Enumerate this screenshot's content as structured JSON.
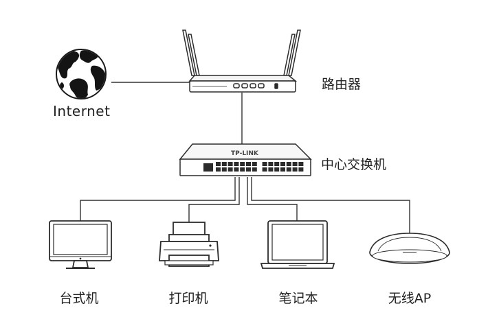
{
  "labels": {
    "internet": "Internet",
    "router": "路由器",
    "switch": "中心交换机",
    "switch_brand": "TP-LINK",
    "devices": [
      "台式机",
      "打印机",
      "笔记本",
      "无线AP"
    ]
  },
  "icons": {
    "globe": "globe-icon",
    "router": "router-icon",
    "switch": "switch-icon",
    "desktop": "desktop-icon",
    "printer": "printer-icon",
    "laptop": "laptop-icon",
    "access_point": "access-point-icon"
  },
  "colors": {
    "stroke": "#2b2b2b",
    "line": "#333333",
    "background": "#ffffff"
  }
}
